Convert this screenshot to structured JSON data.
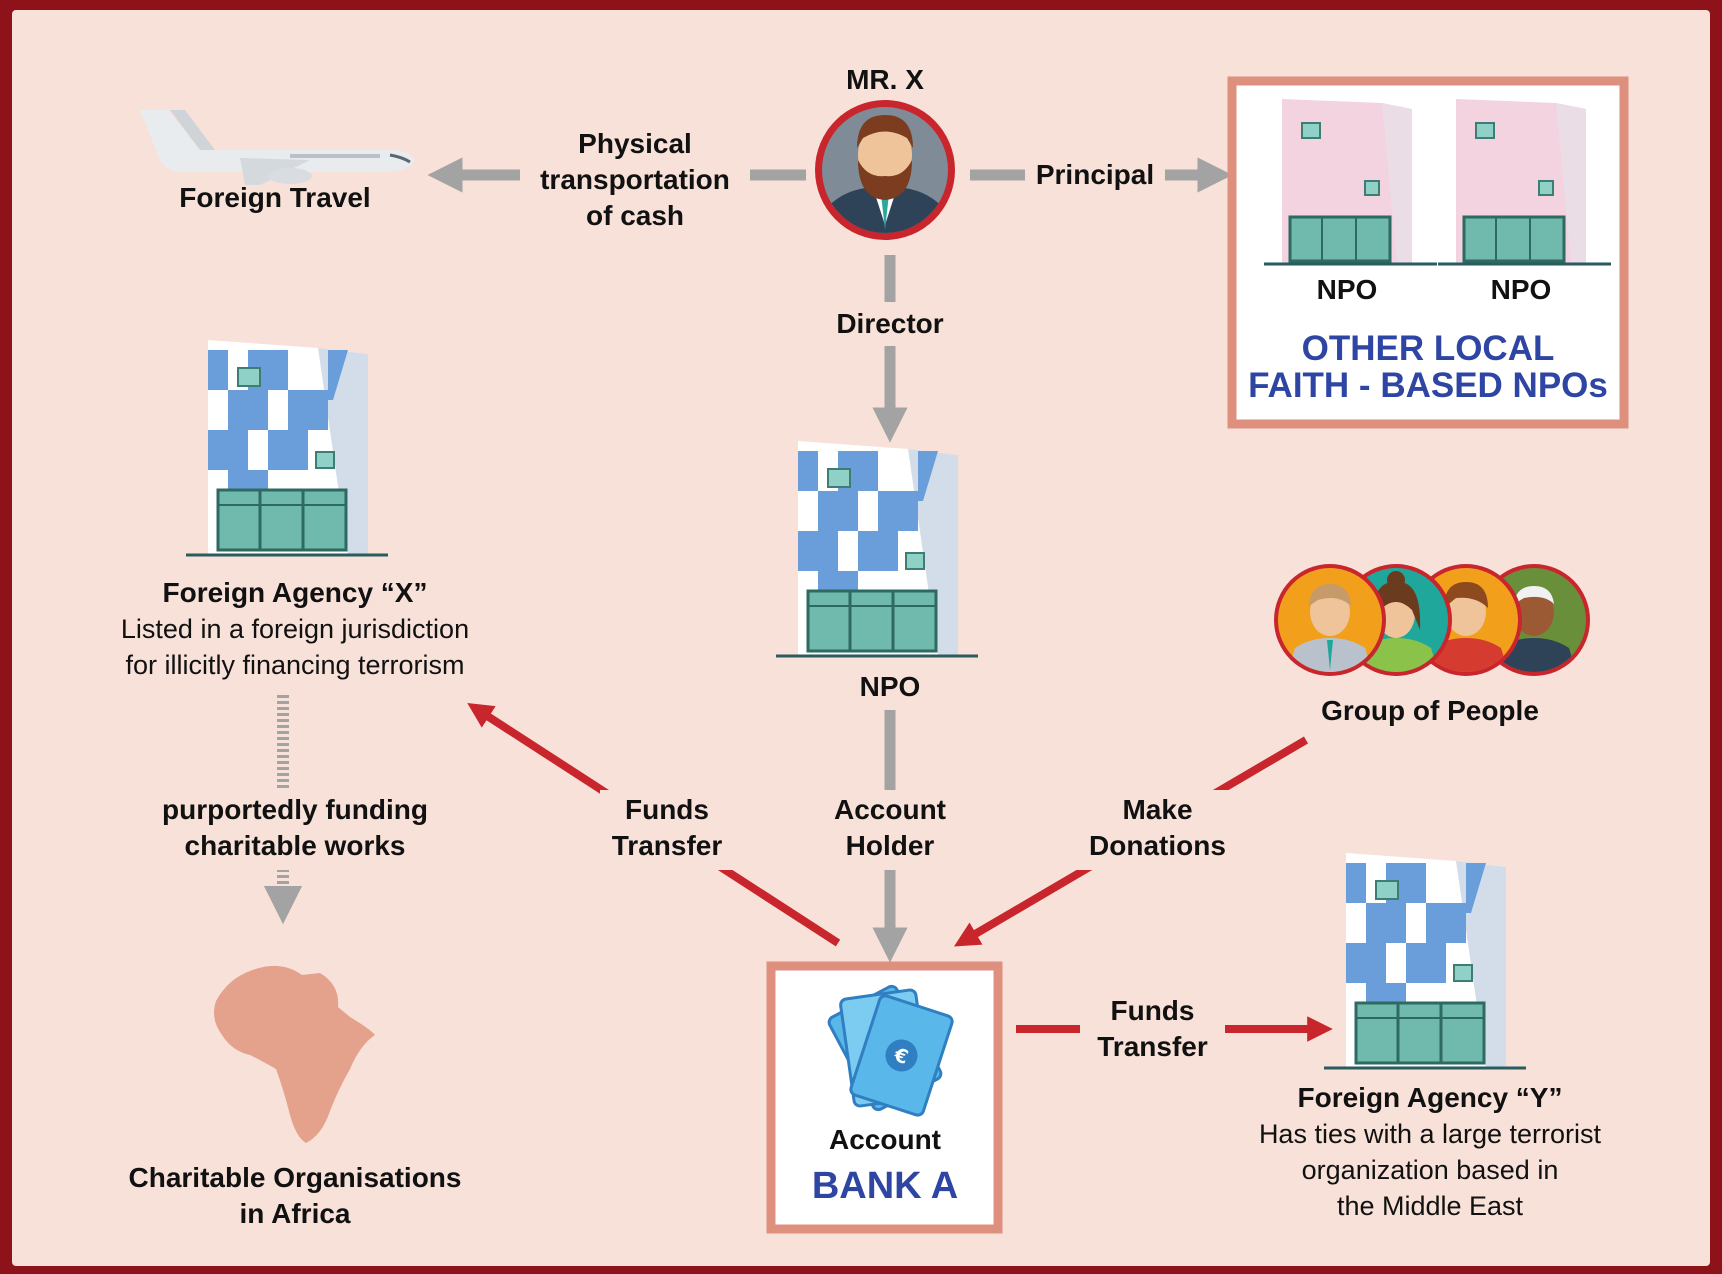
{
  "colors": {
    "border": "#8e1219",
    "background": "#f7e1d9",
    "connector_gray": "#a3a3a3",
    "flow_red": "#c8252c",
    "box_border": "#de8f7e",
    "blue_text": "#2e45a3",
    "building_blue": "#6a9edb",
    "africa": "#e4a28c"
  },
  "mr_x": {
    "label": "MR. X",
    "icon": "man-avatar-icon"
  },
  "foreign_travel": {
    "label": "Foreign Travel",
    "icon": "airplane-icon"
  },
  "physical_transport": {
    "line1": "Physical",
    "line2": "transportation",
    "line3": "of cash"
  },
  "principal": {
    "label": "Principal"
  },
  "local_npos": {
    "npo1": "NPO",
    "npo2": "NPO",
    "title_line1": "OTHER LOCAL",
    "title_line2": "FAITH - BASED NPOs"
  },
  "director": {
    "label": "Director"
  },
  "npo_main": {
    "label": "NPO",
    "icon": "building-icon"
  },
  "agency_x": {
    "title": "Foreign Agency “X”",
    "line1": "Listed in a foreign jurisdiction",
    "line2": "for illicitly financing terrorism",
    "icon": "building-icon"
  },
  "purport": {
    "line1": "purportedly funding",
    "line2": "charitable works"
  },
  "africa": {
    "line1": "Charitable Organisations",
    "line2": "in Africa",
    "icon": "africa-map-icon"
  },
  "funds_transfer_x": {
    "line1": "Funds",
    "line2": "Transfer"
  },
  "account_holder": {
    "line1": "Account",
    "line2": "Holder"
  },
  "group": {
    "label": "Group of People",
    "icon": "people-group-icon"
  },
  "make_donations": {
    "line1": "Make",
    "line2": "Donations"
  },
  "bank": {
    "account": "Account",
    "name": "BANK A",
    "icon": "banknotes-icon"
  },
  "funds_transfer_y": {
    "line1": "Funds",
    "line2": "Transfer"
  },
  "agency_y": {
    "title": "Foreign Agency “Y”",
    "line1": "Has ties with a large terrorist",
    "line2": "organization based in",
    "line3": "the Middle East",
    "icon": "building-icon"
  }
}
